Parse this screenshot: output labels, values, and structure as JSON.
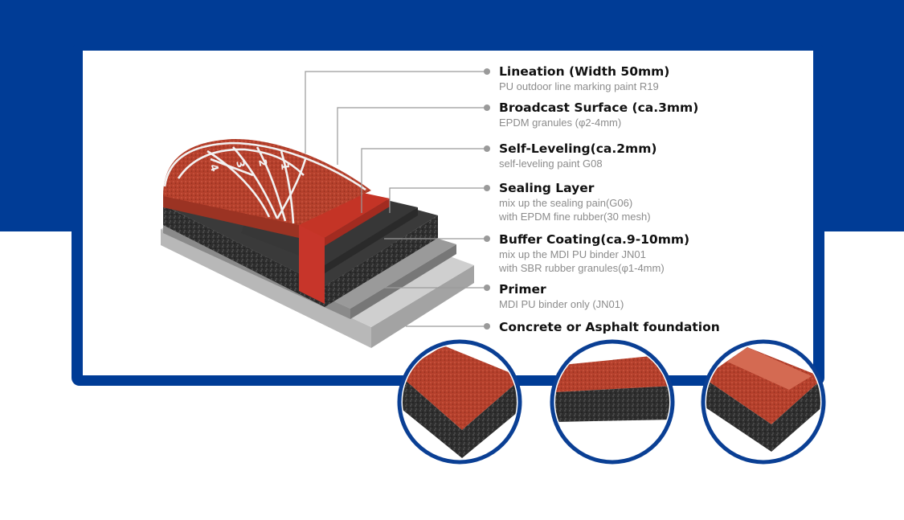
{
  "layers": [
    {
      "title": "Lineation (Width 50mm)",
      "lines": [
        "PU outdoor line marking paint R19"
      ]
    },
    {
      "title": "Broadcast Surface (ca.3mm)",
      "lines": [
        "EPDM granules (φ2-4mm)"
      ]
    },
    {
      "title": "Self-Leveling(ca.2mm)",
      "lines": [
        "self-leveling paint G08"
      ]
    },
    {
      "title": "Sealing Layer",
      "lines": [
        "mix up the sealing pain(G06)",
        "with EPDM fine rubber(30 mesh)"
      ]
    },
    {
      "title": "Buffer Coating(ca.9-10mm)",
      "lines": [
        "mix up the MDI PU binder JN01",
        "with SBR rubber granules(φ1-4mm)"
      ]
    },
    {
      "title": "Primer",
      "lines": [
        "MDI PU binder only (JN01)"
      ]
    },
    {
      "title": "Concrete or Asphalt foundation",
      "lines": []
    }
  ],
  "lane_numbers": [
    "4",
    "3",
    "2",
    "1"
  ],
  "colors": {
    "brand_blue": "#003c96",
    "track_red": "#b5402c",
    "self_level_red": "#c43426",
    "rubber_black": "#2c2c2c",
    "primer_gray": "#8a8a8a",
    "concrete_gray": "#c9c9c9"
  }
}
